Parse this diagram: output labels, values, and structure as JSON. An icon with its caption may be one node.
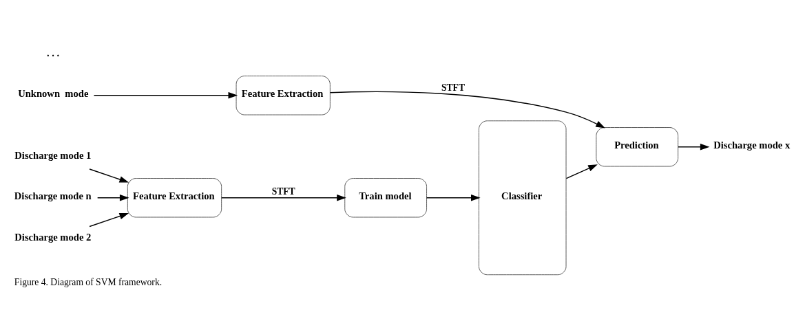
{
  "diagram": {
    "caption": "Figure 4. Diagram of SVM framework.",
    "nodes": [
      {
        "text": [
          "Discharge mode 1"
        ]
      },
      {
        "text": [
          "Discharge mode 2"
        ]
      },
      {
        "text": [
          "Discharge mode n"
        ]
      },
      {
        "text": [
          "Feature Extraction"
        ]
      },
      {
        "text": [
          "Train model"
        ]
      },
      {
        "text": [
          "Classifier"
        ]
      },
      {
        "text": [
          "Unknown  mode"
        ]
      },
      {
        "text": [
          "Feature Extraction"
        ]
      },
      {
        "text": [
          "Prediction"
        ]
      },
      {
        "text": [
          "Discharge mode x"
        ]
      }
    ],
    "edges": [
      {
        "from": 0,
        "to": 3,
        "arrow": "to"
      },
      {
        "from": 1,
        "to": 3,
        "arrow": "to"
      },
      {
        "from": 2,
        "to": 3,
        "arrow": "to"
      },
      {
        "from": 3,
        "to": 4,
        "arrow": "to",
        "label": "STFT"
      },
      {
        "from": 4,
        "to": 5,
        "arrow": "to"
      },
      {
        "from": 6,
        "to": 7,
        "arrow": "to"
      },
      {
        "from": 7,
        "to": 8,
        "arrow": "to",
        "label": "STFT"
      },
      {
        "from": 5,
        "to": 8,
        "arrow": "to"
      },
      {
        "from": 8,
        "to": 9,
        "arrow": "to"
      }
    ],
    "labels": [
      ". . ."
    ]
  }
}
